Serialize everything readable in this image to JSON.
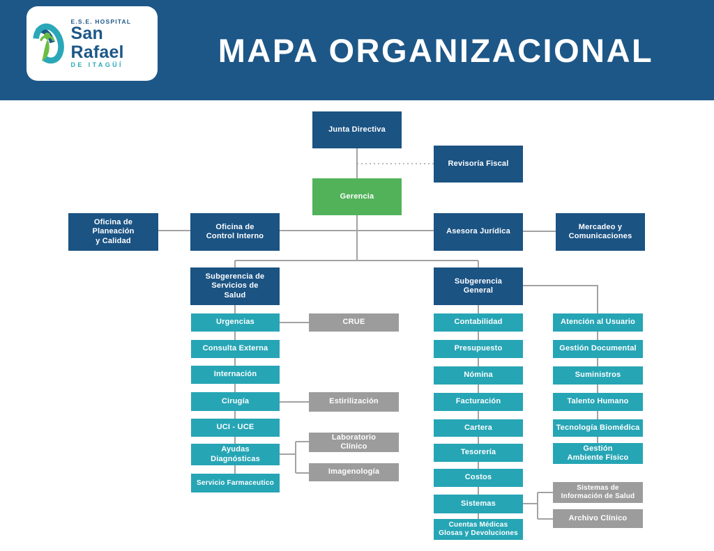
{
  "header": {
    "title": "MAPA ORGANIZACIONAL",
    "logo": {
      "line1": "E.S.E. HOSPITAL",
      "line2": "San Rafael",
      "line3": "DE ITAGÜÍ"
    }
  },
  "colors": {
    "header_bg": "#1d5787",
    "box_blue": "#1b5383",
    "box_green": "#52b25a",
    "box_teal": "#26a5b5",
    "box_gray": "#9c9c9c",
    "connector": "#a2a2a2",
    "logo_blue": "#1d5787",
    "logo_teal": "#2aa7b8",
    "logo_green": "#6cbd45"
  },
  "org": {
    "junta_directiva": "Junta Directiva",
    "revisoria_fiscal": "Revisoría Fiscal",
    "gerencia": "Gerencia",
    "oficina_planeacion": "Oficina de\nPlaneación\ny Calidad",
    "oficina_control_interno": "Oficina de\nControl Interno",
    "asesora_juridica": "Asesora Jurídica",
    "mercadeo_comunicaciones": "Mercadeo y\nComunicaciones",
    "subgerencia_servicios": "Subgerencia de\nServicios de\nSalud",
    "subgerencia_general": "Subgerencia\nGeneral",
    "servicios_units": [
      "Urgencias",
      "Consulta Externa",
      "Internación",
      "Cirugía",
      "UCI - UCE",
      "Ayudas\nDiagnósticas",
      "Servicio Farmaceutico"
    ],
    "servicios_support": [
      "CRUE",
      "Estirilización",
      "Laboratorio\nClínico",
      "Imagenología"
    ],
    "general_units_finance": [
      "Contabilidad",
      "Presupuesto",
      "Nómina",
      "Facturación",
      "Cartera",
      "Tesorería",
      "Costos",
      "Sistemas",
      "Cuentas Médicas\nGlosas y Devoluciones"
    ],
    "general_units_admin": [
      "Atención al Usuario",
      "Gestión Documental",
      "Suministros",
      "Talento Humano",
      "Tecnología Biomédica",
      "Gestión\nAmbiente Físico"
    ],
    "general_support": [
      "Sistemas de\nInformación de Salud",
      "Archivo Clínico"
    ]
  }
}
